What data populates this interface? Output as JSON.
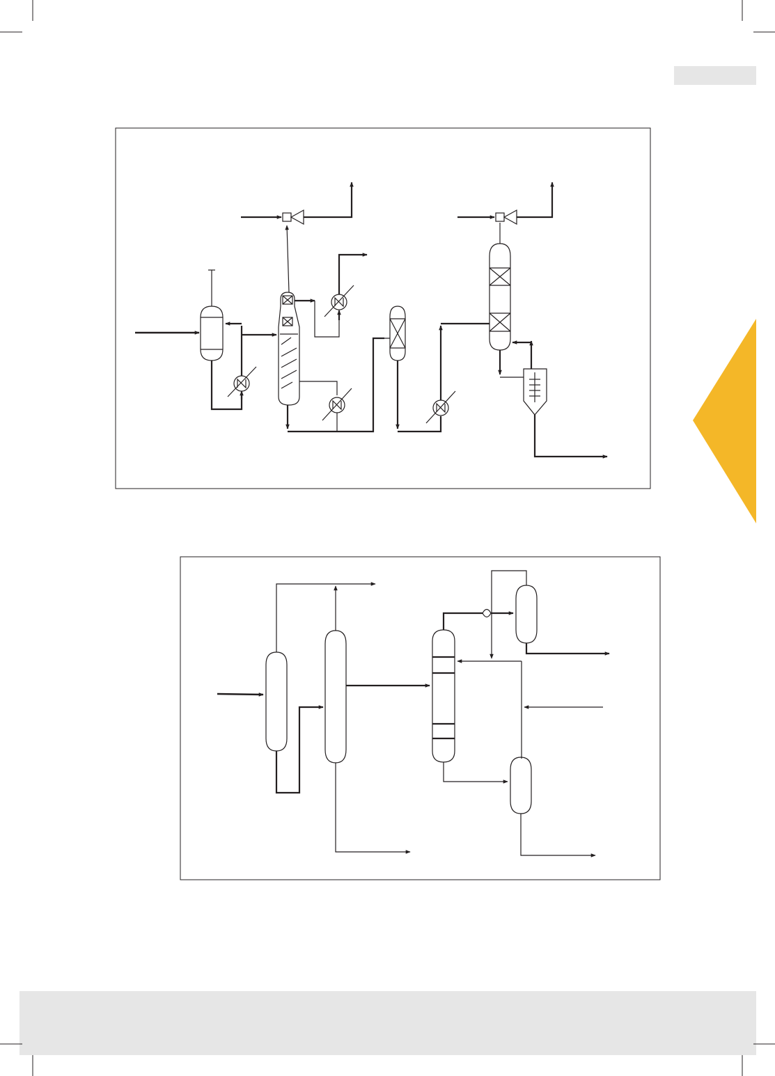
{
  "page": {
    "background": "#ffffff",
    "header_tab_color": "#e6e6e6",
    "footer_band_color": "#e6e6e6",
    "side_tab_color": "#f4b728",
    "line_color": "#231f20"
  },
  "diagrams": [
    {
      "id": "diagram-1",
      "equipment": [
        "column",
        "column",
        "exchanger",
        "exchanger",
        "exchanger",
        "exchanger",
        "ejector",
        "ejector",
        "packed-column",
        "packed-column",
        "settler"
      ],
      "labels": []
    },
    {
      "id": "diagram-2",
      "equipment": [
        "column",
        "column",
        "column",
        "vessel",
        "vessel"
      ],
      "labels": []
    }
  ]
}
